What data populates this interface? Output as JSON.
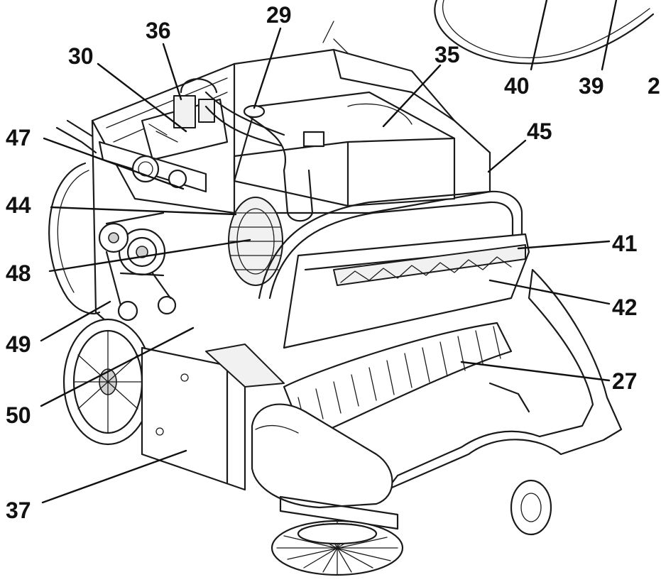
{
  "callouts": [
    {
      "id": "c36",
      "text": "36"
    },
    {
      "id": "c29",
      "text": "29"
    },
    {
      "id": "c30",
      "text": "30"
    },
    {
      "id": "c35",
      "text": "35"
    },
    {
      "id": "c40",
      "text": "40"
    },
    {
      "id": "c39",
      "text": "39"
    },
    {
      "id": "c2",
      "text": "2"
    },
    {
      "id": "c45",
      "text": "45"
    },
    {
      "id": "c47",
      "text": "47"
    },
    {
      "id": "c44",
      "text": "44"
    },
    {
      "id": "c41",
      "text": "41"
    },
    {
      "id": "c48",
      "text": "48"
    },
    {
      "id": "c42",
      "text": "42"
    },
    {
      "id": "c49",
      "text": "49"
    },
    {
      "id": "c27",
      "text": "27"
    },
    {
      "id": "c50",
      "text": "50"
    },
    {
      "id": "c37",
      "text": "37"
    }
  ]
}
